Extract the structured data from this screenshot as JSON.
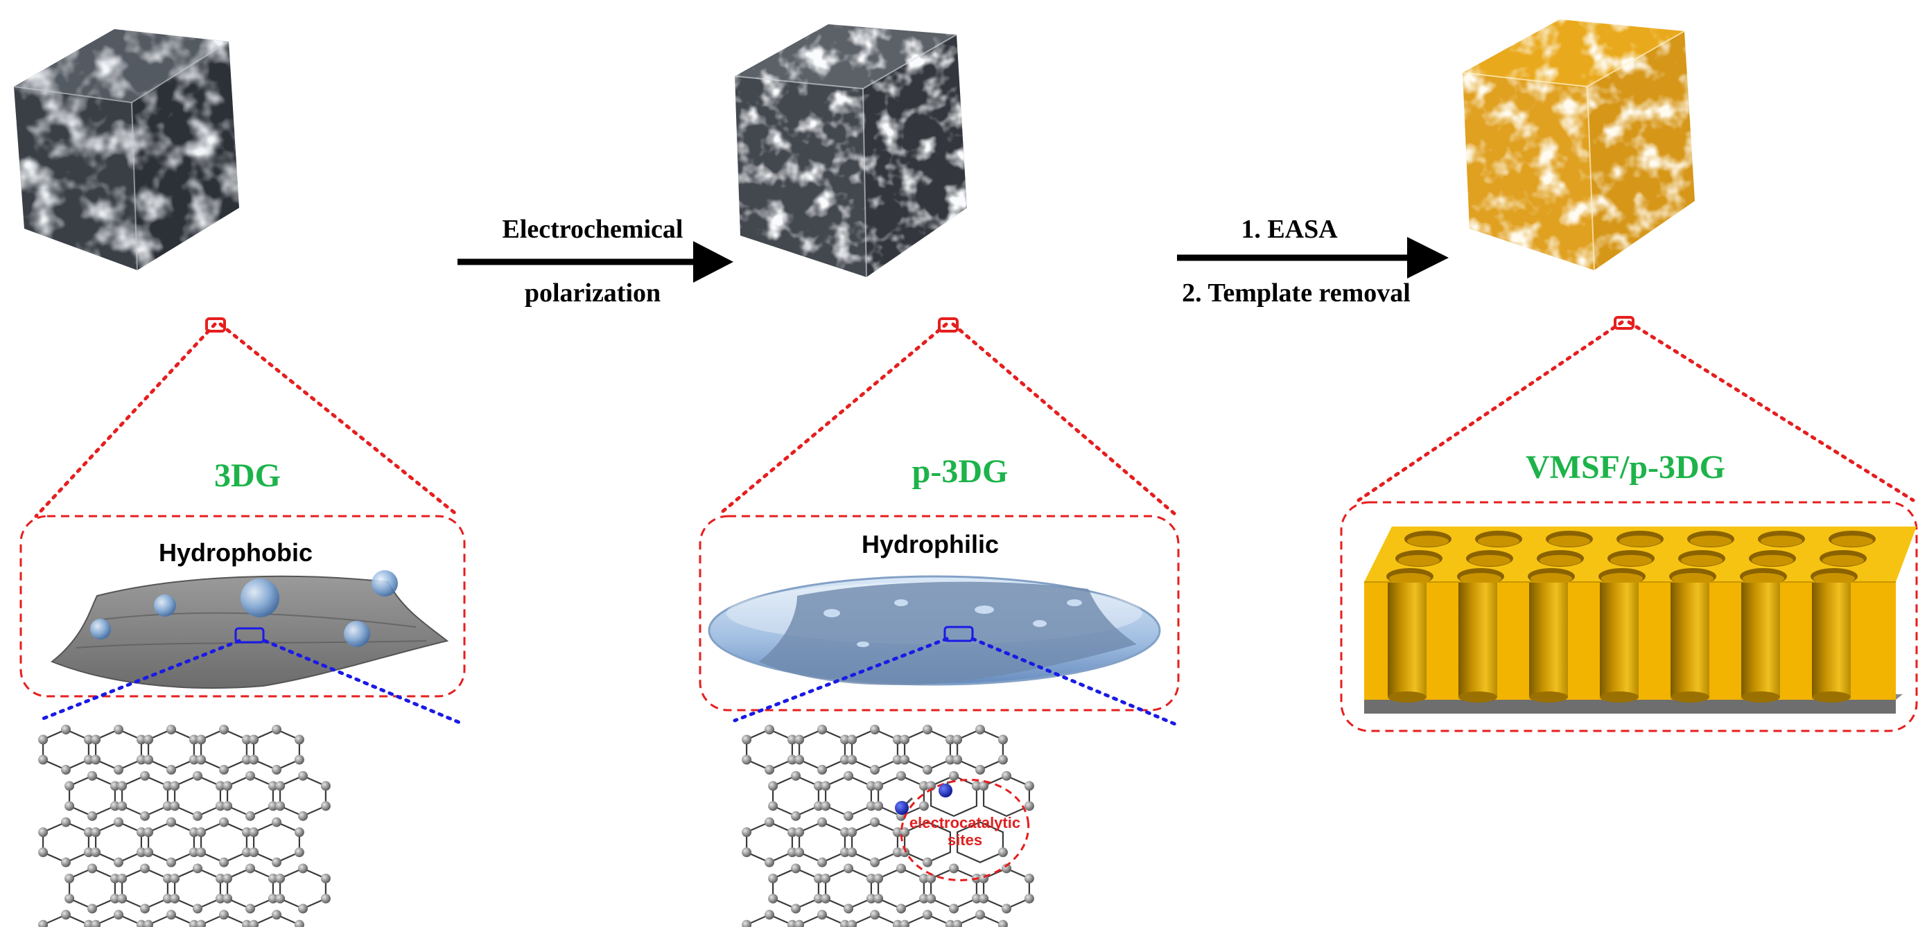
{
  "colors": {
    "label_green": "#1db34a",
    "zoom_red": "#e61e1e",
    "zoom_blue": "#1a1ae6",
    "foam_gray": "#3d4148",
    "foam_gold": "#f1b52f",
    "membrane_gold": "#f6c312",
    "substrate_gray": "#6e6e6e",
    "site_text_red": "#e02020"
  },
  "stages": [
    {
      "label": "3DG",
      "cube_icon": "graphene-foam-cube-icon",
      "inset_title": "Hydrophobic"
    },
    {
      "label": "p-3DG",
      "cube_icon": "polarized-graphene-foam-cube-icon",
      "inset_title": "Hydrophilic"
    },
    {
      "label": "VMSF/p-3DG",
      "cube_icon": "silica-film-coated-foam-cube-icon"
    }
  ],
  "steps": [
    {
      "line1": "Electrochemical",
      "line2": "polarization"
    },
    {
      "line1": "1. EASA",
      "line2": "2. Template removal"
    }
  ],
  "sites_label": {
    "line1": "electrocatalytic",
    "line2": "sites"
  }
}
